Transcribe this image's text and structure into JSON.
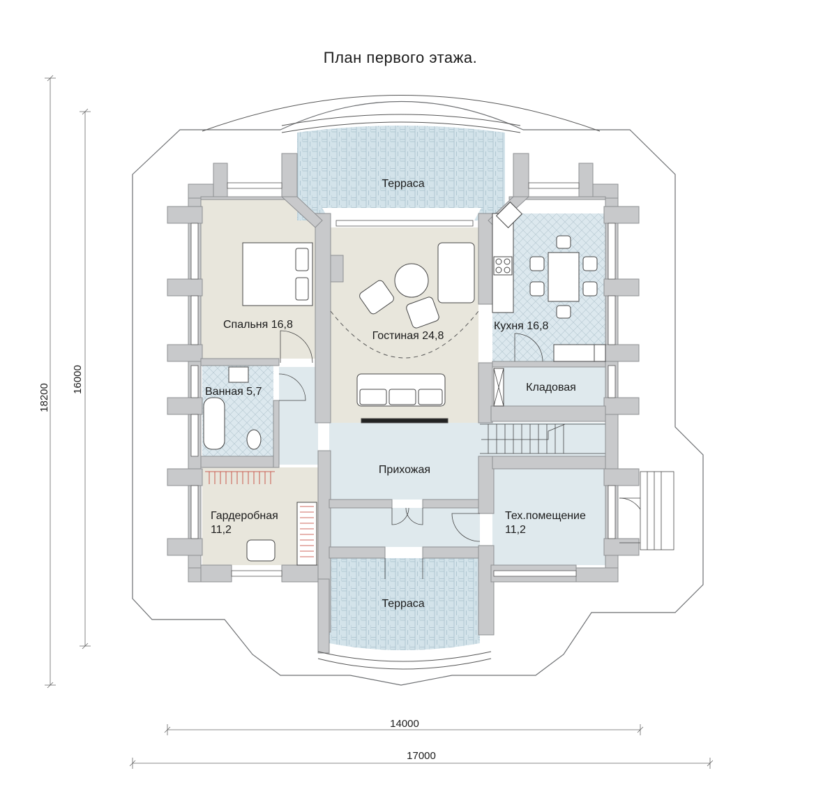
{
  "title": "План первого этажа.",
  "rooms": {
    "terrace_top": "Терраса",
    "bedroom": "Спальня 16,8",
    "living": "Гостиная 24,8",
    "kitchen": "Кухня 16,8",
    "pantry": "Кладовая",
    "bathroom": "Ванная 5,7",
    "hallway": "Прихожая",
    "wardrobe_line1": "Гардеробная",
    "wardrobe_line2": "11,2",
    "tech_line1": "Тех.помещение",
    "tech_line2": "11,2",
    "terrace_bottom": "Терраса"
  },
  "dimensions": {
    "inner_width": "14000",
    "outer_width": "17000",
    "inner_height": "16000",
    "outer_height": "18200"
  },
  "colors": {
    "wall": "#c8c9cb",
    "wall_stroke": "#8d8f92",
    "living_floor": "#e8e6dc",
    "tile_floor": "#dce8ee",
    "hall_floor": "#dfe9ed",
    "terrace_floor": "#d3e3ea"
  }
}
